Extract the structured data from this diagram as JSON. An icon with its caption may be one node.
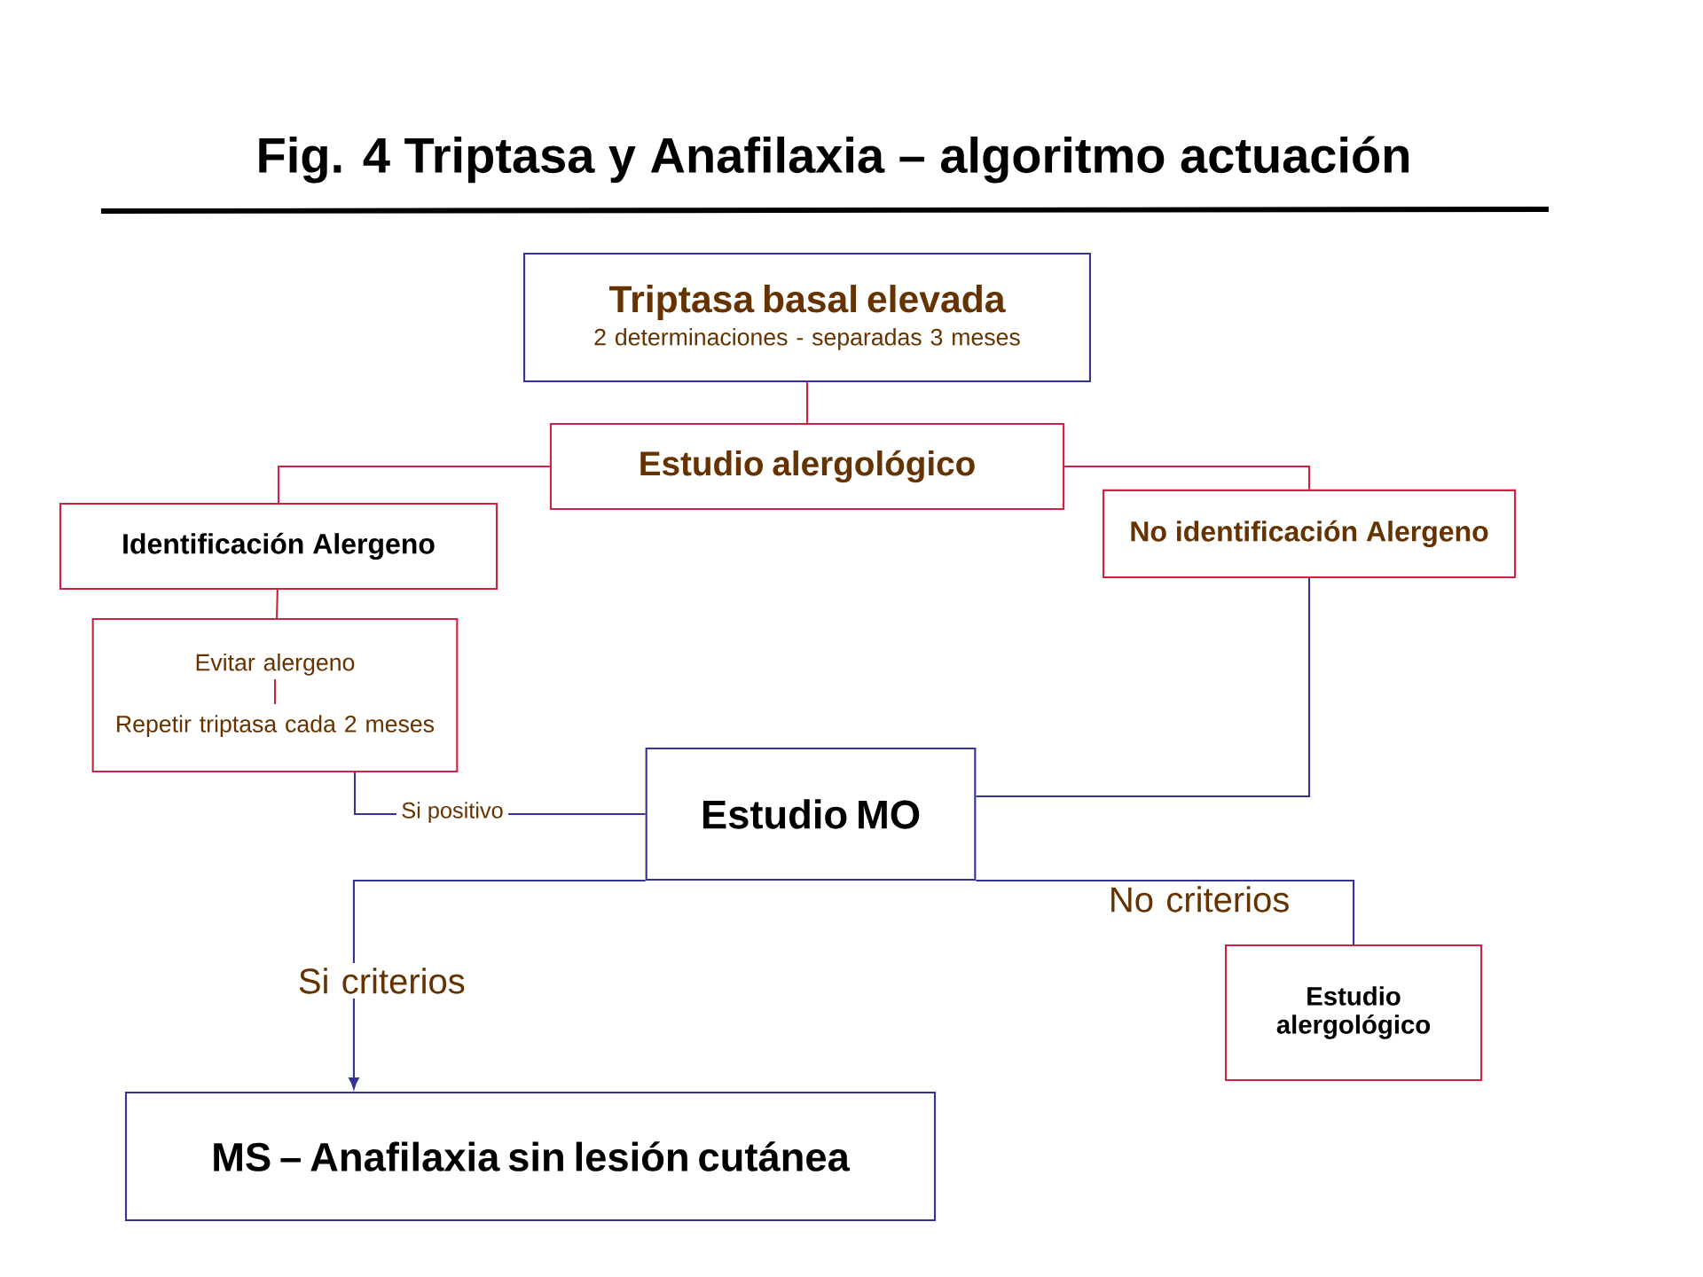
{
  "diagram": {
    "title": "Fig. 4 Triptasa y Anafilaxia – algoritmo actuación",
    "nodes": [
      {
        "text": [
          "Triptasa basal elevada",
          "2 determinaciones - separadas 3 meses"
        ]
      },
      {
        "text": [
          "Estudio alergológico"
        ]
      },
      {
        "text": [
          "Identificación Alergeno"
        ]
      },
      {
        "text": [
          "No identificación Alergeno"
        ]
      },
      {
        "text": [
          "Evitar alergeno",
          "Repetir triptasa cada 2 meses"
        ]
      },
      {
        "text": [
          "Estudio MO"
        ]
      },
      {
        "text": [
          "Estudio alergológico"
        ]
      },
      {
        "text": [
          "MS – Anafilaxia sin lesión cutánea"
        ]
      }
    ],
    "edges": [
      {
        "from": 0,
        "to": 1,
        "arrow": "none"
      },
      {
        "from": 1,
        "to": 2,
        "arrow": "none"
      },
      {
        "from": 1,
        "to": 3,
        "arrow": "none"
      },
      {
        "from": 2,
        "to": 4,
        "arrow": "none"
      },
      {
        "from": 4,
        "to": 5,
        "arrow": "none",
        "label": "Si positivo",
        "color": "#333399"
      },
      {
        "from": 3,
        "to": 5,
        "arrow": "none",
        "color": "#333399"
      },
      {
        "from": 5,
        "to": 7,
        "arrow": "to",
        "label": "Si criterios",
        "color": "#333399"
      },
      {
        "from": 5,
        "to": 6,
        "arrow": "none",
        "label": "No criterios",
        "color": "#333399"
      }
    ]
  }
}
